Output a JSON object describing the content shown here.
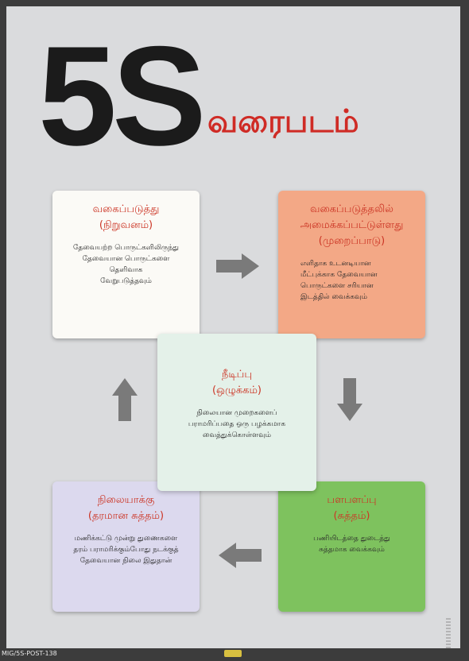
{
  "poster": {
    "heading": "5S",
    "subtitle": "வரைபடம்",
    "footer_code": "MIG/5S-POST-138",
    "colors": {
      "heading": "#1b1b1b",
      "subtitle": "#cf2b25",
      "arrows": "#7a7a7a"
    }
  },
  "cards": {
    "sort": {
      "title": "வகைப்படுத்து\n(நிறுவனம்)",
      "desc": "தேவையற்ற பொருட்களிலிருந்து\nதேவையான பொருட்களை\nதெளிவாக\nவேறுபடுத்தவும்"
    },
    "set_in_order": {
      "title": "வகைப்படுத்தலில்\nஅமைக்கப்பட்டுள்ளது\n(முறைப்பாடு)",
      "desc": "எளிதாக உடனடியான\nமீட்புக்காக தேவையான\nபொருட்களை சரியான\nஇடத்தில் வைக்கவும்"
    },
    "sustain": {
      "title": "நீடிப்பு\n(ஒழுக்கம்)",
      "desc": "நிலையான முறைகளைப்\nபராமரிப்பதை ஒரு பழக்கமாக\nவைத்துக்கொள்ளவும்"
    },
    "standardize": {
      "title": "நிலையாக்கு\n(தரமான சுத்தம்)",
      "desc": "மணிக்கட்டு முன்று துணைகளை\nதரம் பராமரிக்கும்போது நடக்குத்\nதேவையான நிலை இதுதான்"
    },
    "shine": {
      "title": "பளபளப்பு\n(சுத்தம்)",
      "desc": "பணியிடத்தை துடைத்து\nசுத்தமாக வைக்கவும்"
    }
  },
  "arrows": [
    {
      "name": "right",
      "icon": "arrow-right-icon"
    },
    {
      "name": "down",
      "icon": "arrow-down-icon"
    },
    {
      "name": "left",
      "icon": "arrow-left-icon"
    },
    {
      "name": "up",
      "icon": "arrow-up-icon"
    }
  ]
}
